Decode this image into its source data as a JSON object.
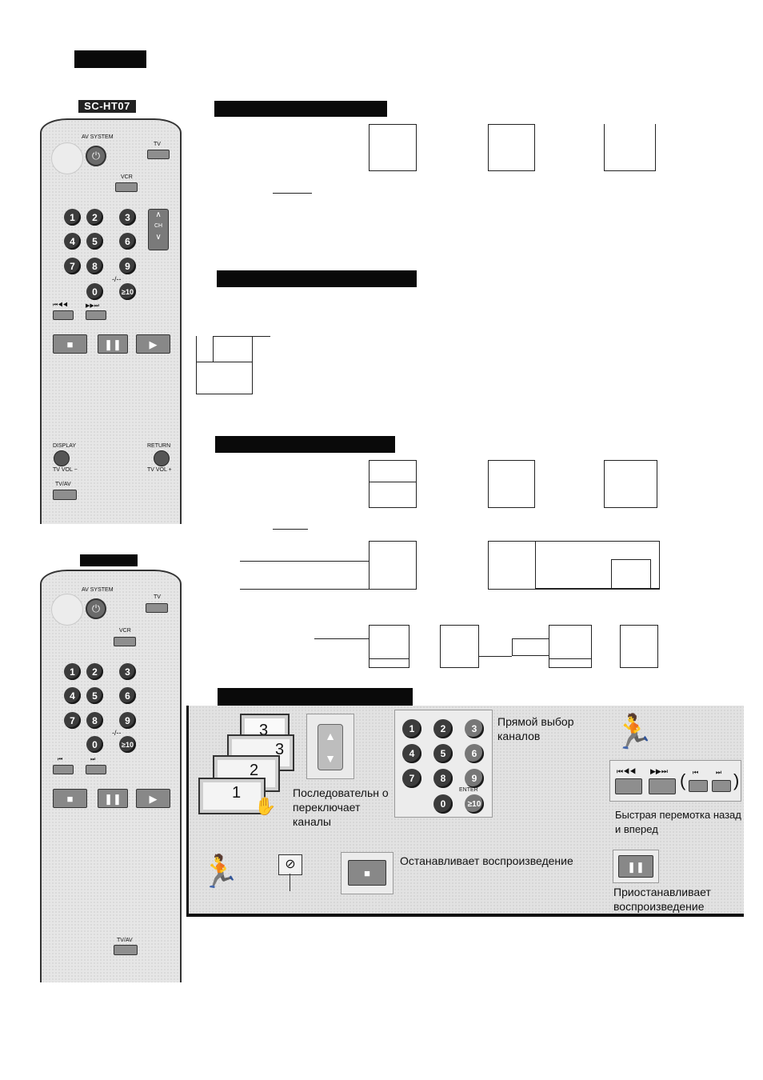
{
  "remote_top": {
    "badge": "SC-HT07",
    "labels": {
      "av_system": "AV SYSTEM",
      "tv": "TV",
      "vcr": "VCR",
      "display": "DISPLAY",
      "return": "RETURN",
      "tv_vol_minus": "TV VOL −",
      "tv_vol_plus": "TV VOL +",
      "tv_av": "TV/AV",
      "ch": "CH",
      "dash_dash": "-/--",
      "ten": "≥10"
    },
    "numbers": [
      "1",
      "2",
      "3",
      "4",
      "5",
      "6",
      "7",
      "8",
      "9",
      "0"
    ],
    "skip_left": "⏮◀◀",
    "skip_right": "▶▶⏭"
  },
  "remote_bottom": {
    "labels": {
      "av_system": "AV SYSTEM",
      "tv": "TV",
      "vcr": "VCR",
      "tv_av": "TV/AV",
      "dash_dash": "-/--",
      "ten": "≥10"
    },
    "numbers": [
      "1",
      "2",
      "3",
      "4",
      "5",
      "6",
      "7",
      "8",
      "9",
      "0"
    ],
    "skip_left": "⏮",
    "skip_right": "⏭"
  },
  "panel": {
    "direct_select": "Прямой выбор каналов",
    "sequential": "Последовательн о переключает каналы",
    "fast_wind": "Быстрая перемотка назад и вперед",
    "stop_play": "Останавливает воспроизведение",
    "pause_play": "Приостанавливает воспроизведение",
    "enter": "ENTER",
    "tv_numbers": [
      "3",
      "2",
      "1"
    ],
    "skip_paren_open": "(",
    "skip_paren_close": ")"
  },
  "icons": [
    "power-icon",
    "play-icon",
    "stop-icon",
    "pause-icon",
    "rewind-icon",
    "fast-forward-icon",
    "channel-updown-icon",
    "runner-icon",
    "no-entry-sign-icon"
  ]
}
